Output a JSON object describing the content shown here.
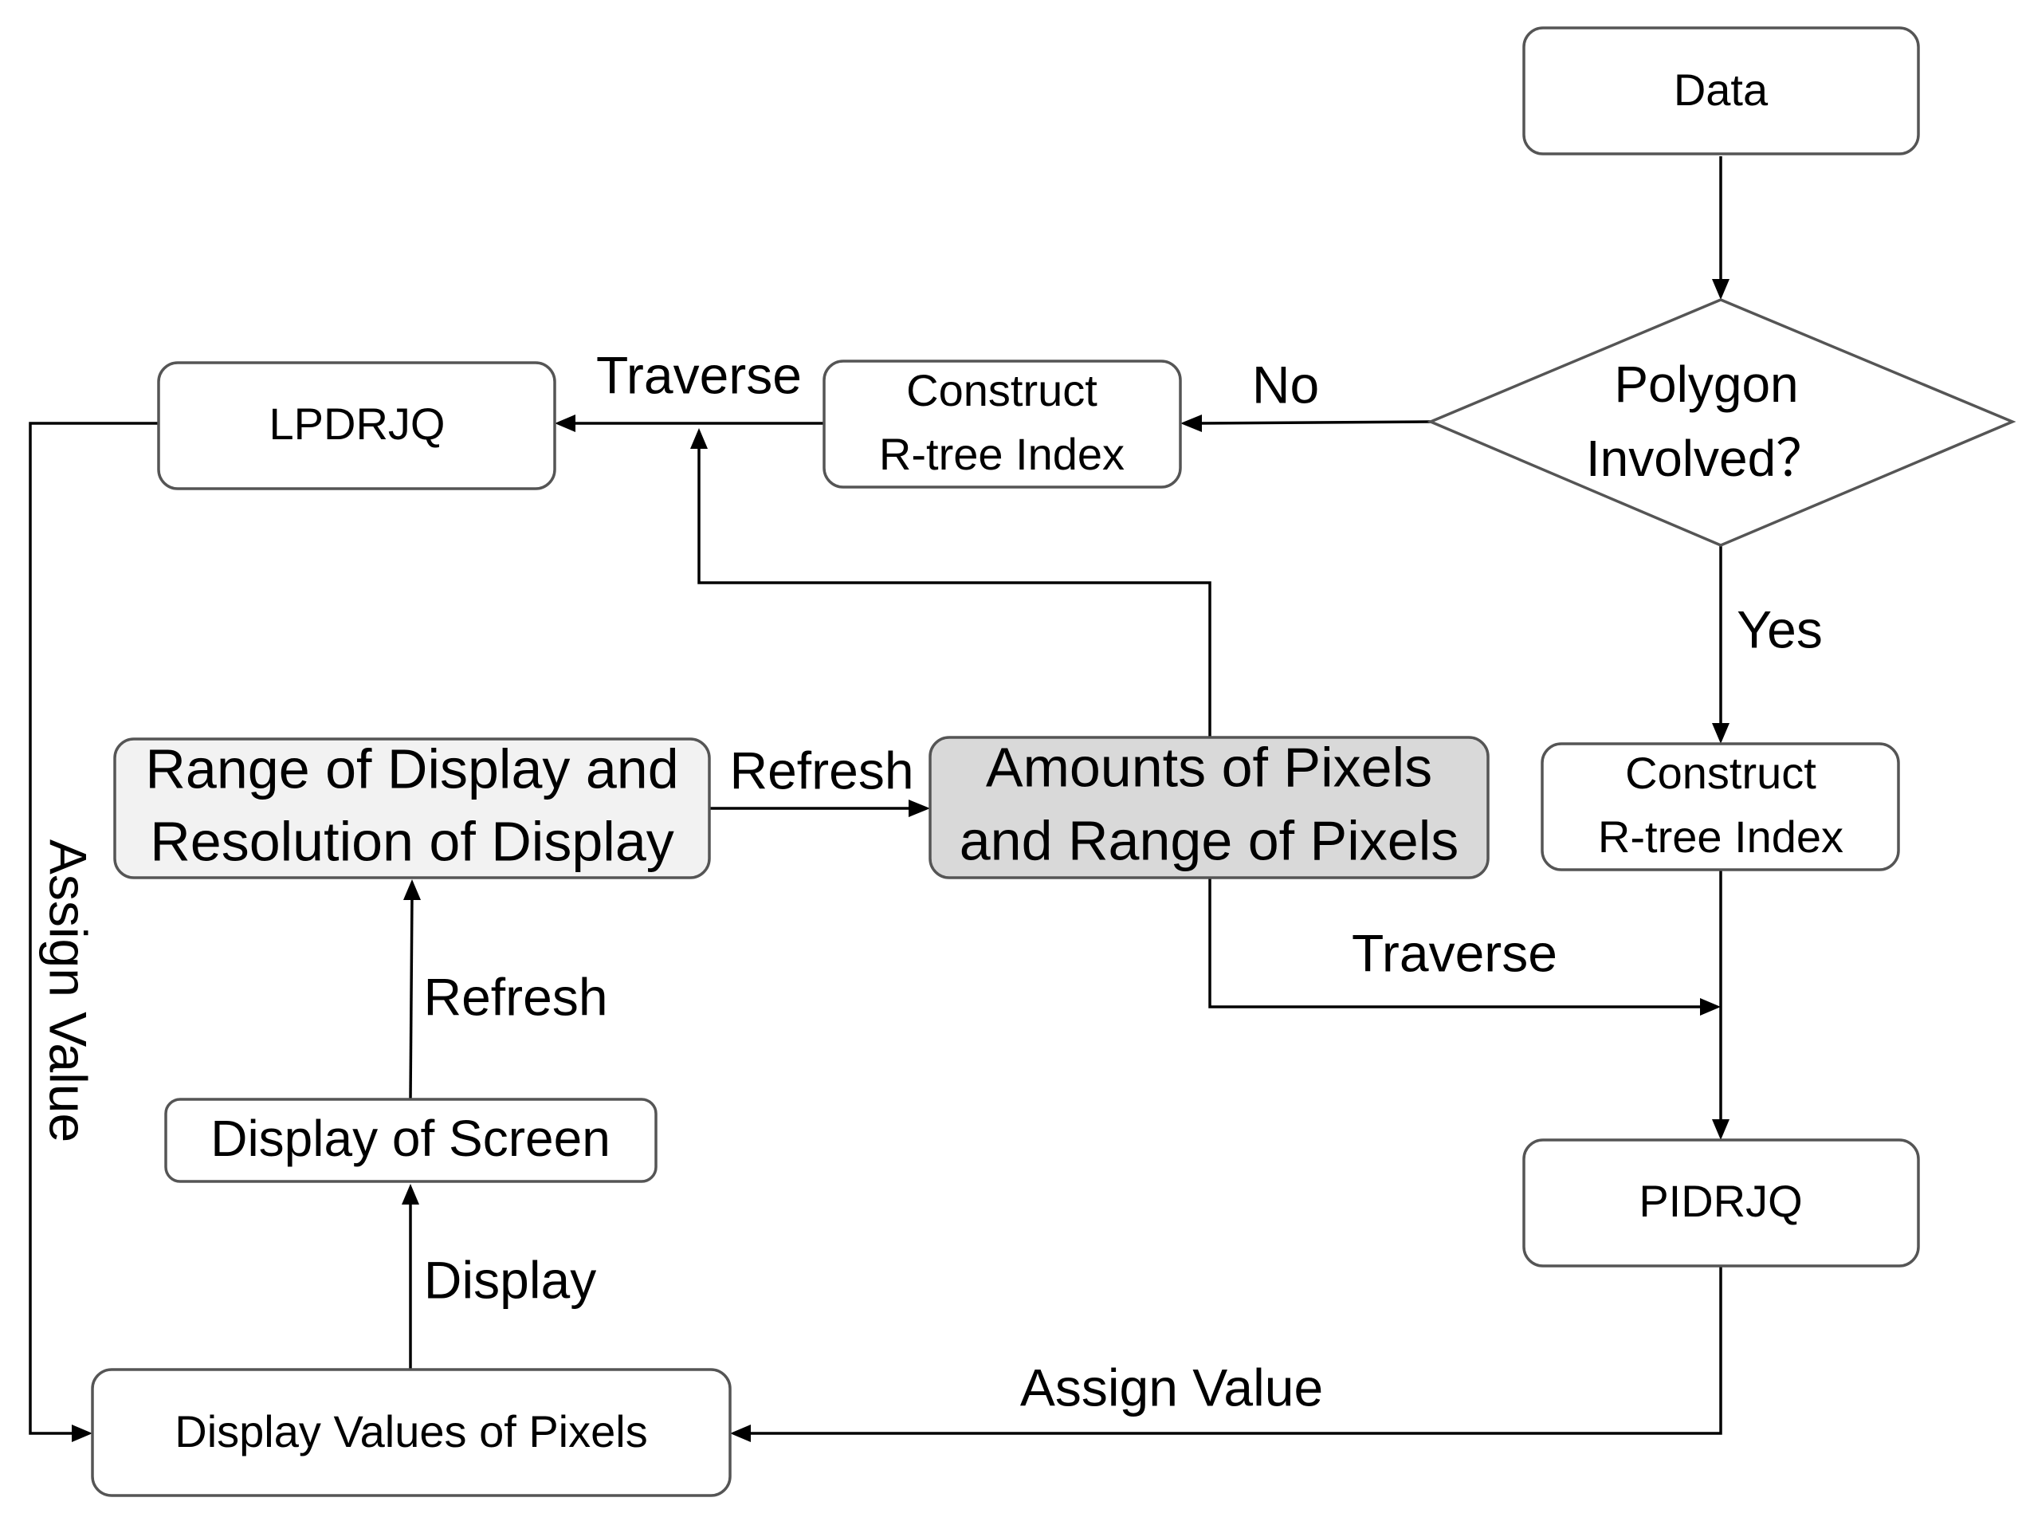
{
  "nodes": {
    "data": "Data",
    "polygon": [
      "Polygon",
      "Involved？"
    ],
    "construct_top": [
      "Construct",
      "R-tree Index"
    ],
    "lpdrjq": "LPDRJQ",
    "range_display": [
      "Range of Display and",
      "Resolution of Display"
    ],
    "amounts_pixels": [
      "Amounts of Pixels",
      "and Range of Pixels"
    ],
    "construct_right": [
      "Construct",
      "R-tree Index"
    ],
    "pidrjq": "PIDRJQ",
    "display_screen": "Display of Screen",
    "display_values": "Display Values of Pixels"
  },
  "edge_labels": {
    "no": "No",
    "yes": "Yes",
    "traverse_top": "Traverse",
    "traverse_right": "Traverse",
    "refresh_mid": "Refresh",
    "refresh_left": "Refresh",
    "display": "Display",
    "assign_value_left": "Assign Value",
    "assign_value_bottom": "Assign Value"
  },
  "colors": {
    "box_border": "#555555",
    "box_fill_light": "#f2f2f2",
    "box_fill_dark": "#d9d9d9",
    "line": "#000000"
  }
}
